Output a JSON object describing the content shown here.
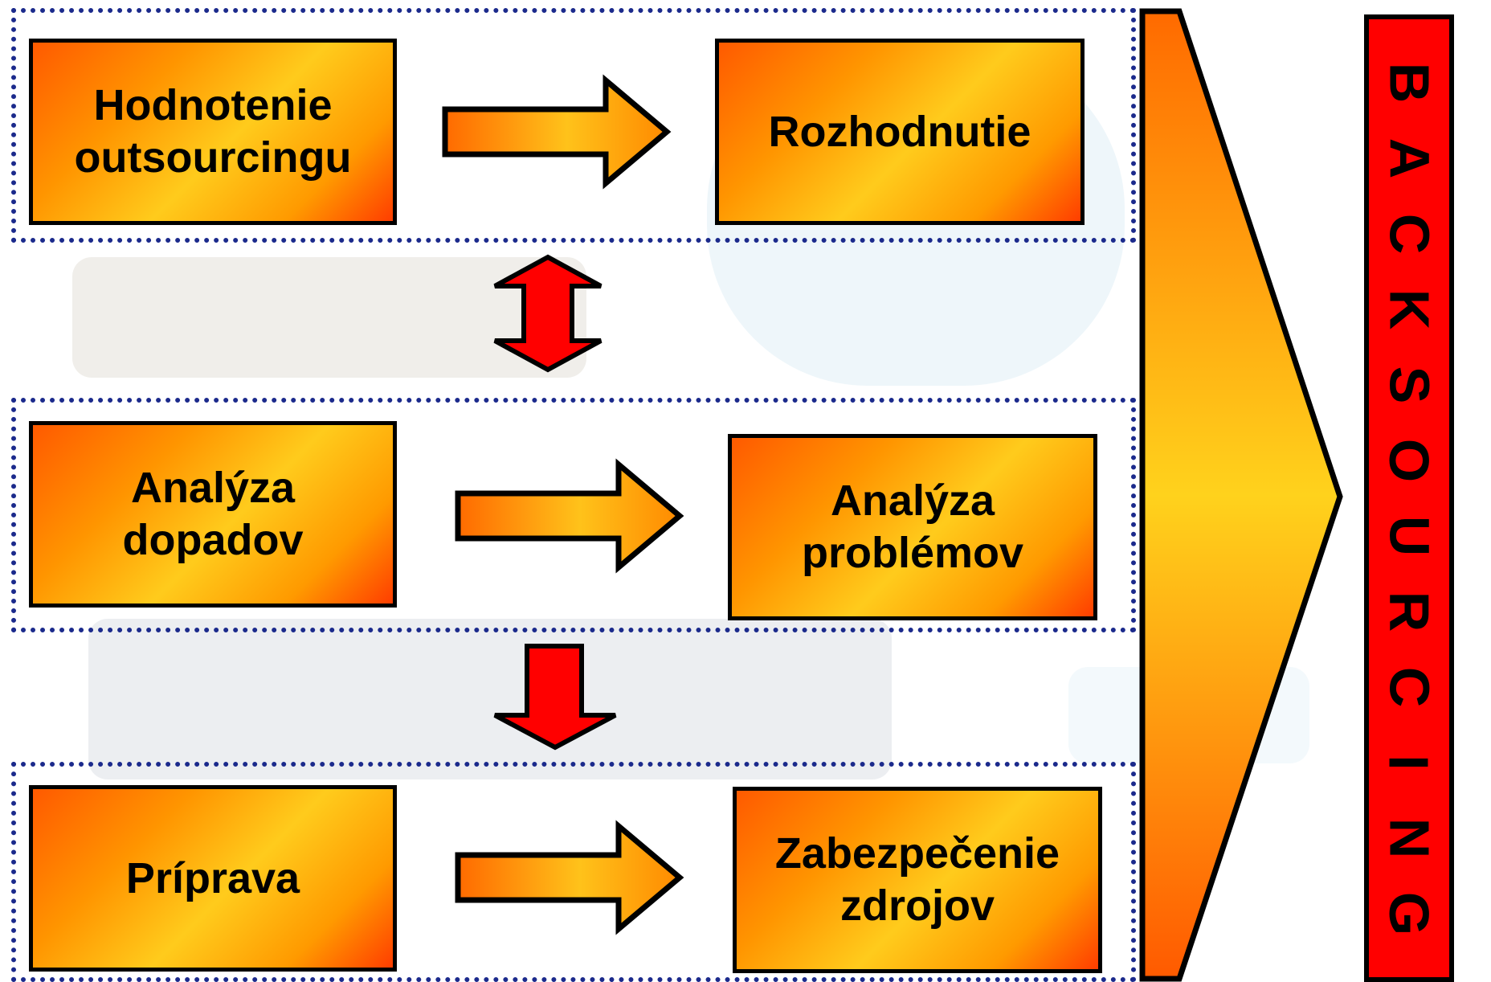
{
  "colors": {
    "box_orange": "#ff8a00",
    "box_yellow": "#ffcb1c",
    "group_border": "#1b2a8c",
    "arrow_red": "#ff0000",
    "banner_red": "#ff0000"
  },
  "boxes": {
    "evaluation": "Hodnotenie\noutsourcingu",
    "decision": "Rozhodnutie",
    "impact_analysis": "Analýza\ndopadov",
    "problem_analysis": "Analýza\nproblémov",
    "preparation": "Príprava",
    "resource_securing": "Zabezpečenie\nzdrojov"
  },
  "banner": {
    "text": "BACKSOURCING"
  },
  "icons": {
    "right_arrow": "right-arrow-icon",
    "double_arrow": "up-down-arrow-icon",
    "down_arrow": "down-arrow-icon",
    "chevron": "chevron-right-icon"
  }
}
